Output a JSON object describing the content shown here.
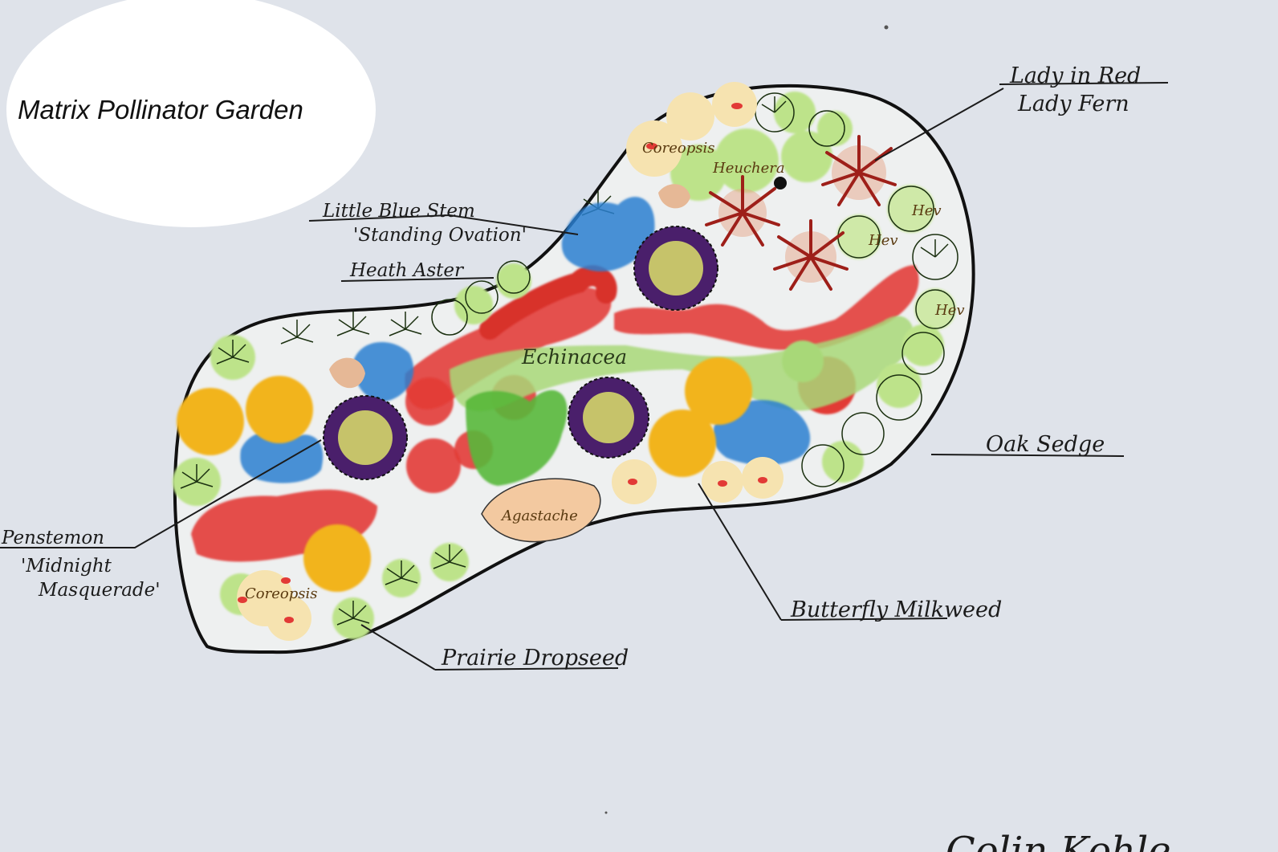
{
  "title": "Matrix Pollinator Garden",
  "labels": {
    "lady_in_red": "Lady in Red",
    "lady_fern": "Lady Fern",
    "little_blue_stem": "Little Blue Stem",
    "standing_ovation": "'Standing Ovation'",
    "heath_aster": "Heath Aster",
    "oak_sedge": "Oak Sedge",
    "penstemon": "Penstemon",
    "midnight": "'Midnight",
    "masquerade": "Masquerade'",
    "butterfly_milkweed": "Butterfly Milkweed",
    "prairie_dropseed": "Prairie Dropseed"
  },
  "inner_labels": {
    "echinacea": "Echinacea",
    "heuchera": "Heuchera",
    "coreopsis_top": "Coreopsis",
    "coreopsis_bottom": "Coreopsis",
    "agastache": "Agastache",
    "hev_1": "Hev",
    "hev_2": "Hev",
    "hev_3": "Hev"
  },
  "signature": "Colin Kohle",
  "colors": {
    "paper": "#dfe3ea",
    "bed_fill": "#eef0f0",
    "red": "#e23a36",
    "yellow": "#f2b41c",
    "blue": "#2c7fd0",
    "light_green": "#bde38a",
    "green": "#58b83a",
    "purple": "#4a1f6b",
    "peach": "#f3c9a0",
    "fern_red": "#b3261e"
  }
}
